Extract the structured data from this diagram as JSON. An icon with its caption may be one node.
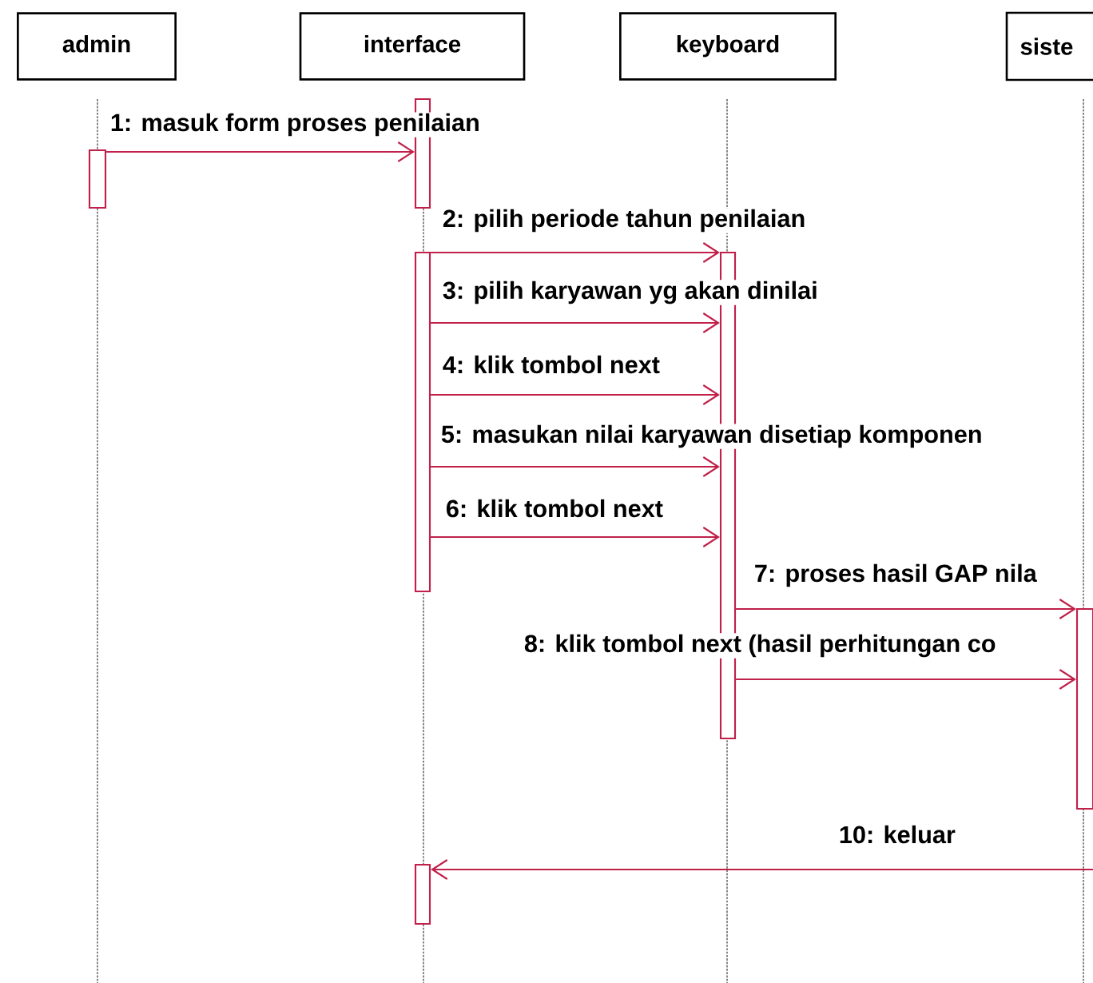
{
  "diagram": {
    "nodes": [
      {
        "text": [
          "admin"
        ]
      },
      {
        "text": [
          "interface"
        ]
      },
      {
        "text": [
          "keyboard"
        ]
      },
      {
        "text": [
          "siste"
        ]
      },
      {
        "text": [],
        "shape": "bar"
      },
      {
        "text": [],
        "shape": "bar"
      },
      {
        "text": [],
        "shape": "bar"
      },
      {
        "text": [],
        "shape": "bar"
      },
      {
        "text": [],
        "shape": "bar"
      },
      {
        "text": [],
        "shape": "bar"
      }
    ],
    "edges": [
      {
        "from": 4,
        "to": 5,
        "arrow": "to",
        "label": "1: masuk form proses penilaian"
      },
      {
        "from": 6,
        "to": 7,
        "arrow": "to",
        "label": "2: pilih periode tahun penilaian"
      },
      {
        "from": 6,
        "to": 7,
        "arrow": "to",
        "label": "3: pilih karyawan yg akan dinilai"
      },
      {
        "from": 6,
        "to": 7,
        "arrow": "to",
        "label": "4: klik tombol next"
      },
      {
        "from": 6,
        "to": 7,
        "arrow": "to",
        "label": "5: masukan nilai karyawan disetiap komponen"
      },
      {
        "from": 6,
        "to": 7,
        "arrow": "to",
        "label": "6: klik tombol next"
      },
      {
        "from": 7,
        "to": 8,
        "arrow": "to",
        "label": "7: proses hasil GAP nila"
      },
      {
        "from": 7,
        "to": 8,
        "arrow": "to",
        "label": "8: klik tombol next (hasil perhitungan co"
      },
      {
        "from": null,
        "to": 9,
        "arrow": "to",
        "label": "10: keluar"
      }
    ]
  }
}
